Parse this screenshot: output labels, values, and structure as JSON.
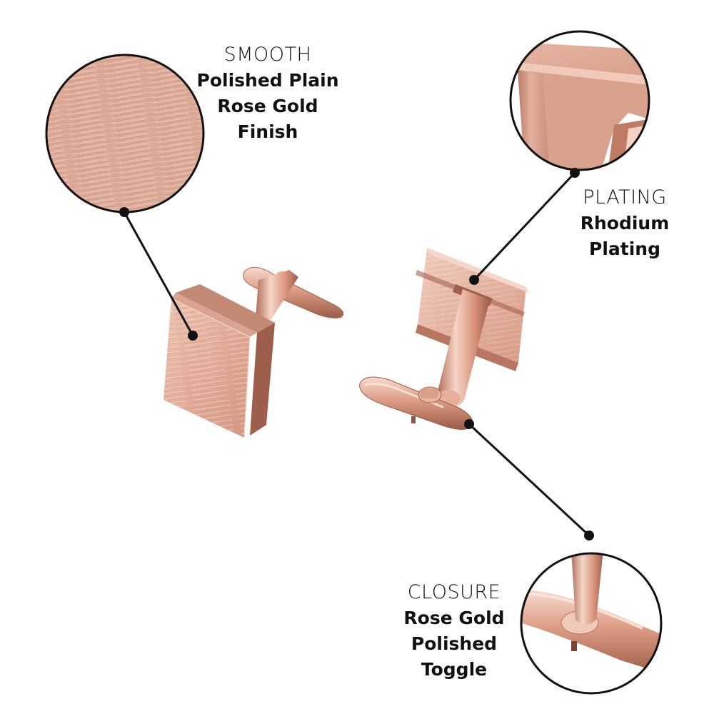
{
  "callouts": {
    "finish": {
      "heading": "SMOOTH",
      "lines": [
        "Polished Plain",
        "Rose Gold",
        "Finish"
      ]
    },
    "plating": {
      "heading": "PLATING",
      "lines": [
        "Rhodium",
        "Plating"
      ]
    },
    "closure": {
      "heading": "CLOSURE",
      "lines": [
        "Rose Gold",
        "Polished",
        "Toggle"
      ]
    }
  },
  "colors": {
    "rose_gold_light": "#f2cdbd",
    "rose_gold": "#e2a892",
    "rose_gold_dark": "#c27f66",
    "rose_gold_shadow": "#8c5545",
    "outline": "#111111",
    "background": "#ffffff"
  }
}
